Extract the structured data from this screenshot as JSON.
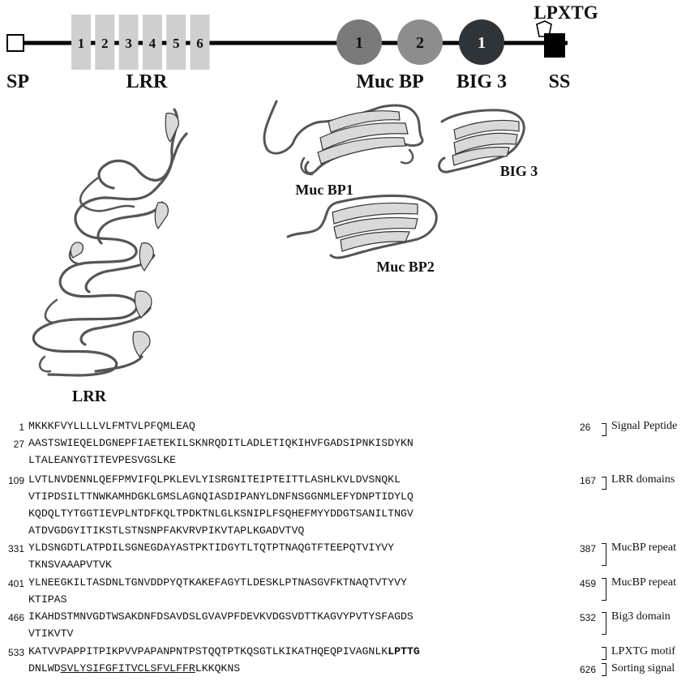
{
  "domain_labels": {
    "sp": "SP",
    "lrr": "LRR",
    "muc_bp": "Muc BP",
    "big3": "BIG 3",
    "ss": "SS",
    "lpxtg": "LPXTG"
  },
  "lrr_repeats": [
    "1",
    "2",
    "3",
    "4",
    "5",
    "6"
  ],
  "mucbp_numbers": [
    "1",
    "2"
  ],
  "big3_number": "1",
  "colors": {
    "lrr_box": "#cfcfcf",
    "mucbp1": "#7a7a7a",
    "mucbp2": "#8d8d8d",
    "big3": "#2f3438",
    "ss": "#000000",
    "line": "#000000"
  },
  "structure_labels": {
    "muc_bp1": "Muc BP1",
    "muc_bp2": "Muc BP2",
    "big3": "BIG 3",
    "lrr": "LRR"
  },
  "sequence": [
    {
      "start": "1",
      "end": "26",
      "annotation": "Signal Peptide",
      "lines": [
        "MKKKFVYLLLLVLFMTVLPFQMLEAQ"
      ]
    },
    {
      "start": "27",
      "end": "",
      "annotation": "",
      "lines": [
        "AASTSWIEQELDGNEPFIAETEKILSKNRQDITLADLETIQKIHVFGADSIPNKISDYKN",
        "LTALEANYGTITEVPESVGSLKE"
      ]
    },
    {
      "start": "109",
      "end": "167",
      "annotation": "LRR domains",
      "lines": [
        "LVTLNVDENNLQEFPMVIFQLPKLEVLYISRGNITEIPTEITTLASHLKVLDVSNQKL",
        "VTIPDSILTTNWKAMHDGKLGMSLAGNQIASDIPANYLDNFNSGGNMLEFYDNPTIDYLQ",
        "KQDQLTYTGGTIEVPLNTDFKQLTPDKTNLGLKSNIPLFSQHEFMYYDDGTSANILTNGV",
        "ATDVGDGYITIKSTLSTNSNPFAKVRVPIKVTAPLKGADVTVQ"
      ]
    },
    {
      "start": "331",
      "end": "387",
      "annotation": "MucBP repeat",
      "lines": [
        "YLDSNGDTLATPDILSGNEGDAYASTPKTIDGYTLTQTPTNAQGTFTEEPQTVIYVY",
        "TKNSVAAAPVTVK"
      ]
    },
    {
      "start": "401",
      "end": "459",
      "annotation": "MucBP repeat",
      "lines": [
        "YLNEEGKILTASDNLTGNVDDPYQTKAKEFAGYTLDESKLPTNASGVFKTNAQTVTYVY",
        "KTIPAS"
      ]
    },
    {
      "start": "466",
      "end": "532",
      "annotation": "Big3 domain",
      "lines": [
        "IKAHDSTMNVGDTWSAKDNFDSAVDSLGVAVPFDEVKVDGSVDTTKAGVYPVTYSFAGDS",
        "VTIKVTV"
      ]
    },
    {
      "start": "533",
      "end": "626",
      "annotation": "LPXTG motif",
      "annotation2": "Sorting signal",
      "line1_plain": "KATVVPAPPITPIKPVVPAPANPNTPSTQQTPTKQSGTLKIKATHQEQPIVAGNLK",
      "line1_bold": "LPTTG",
      "line2_plain": "DNLWD",
      "line2_ul": "SVLYSIFGFITVCLSFVLFFR",
      "line2_tail": "LKKQKNS"
    }
  ]
}
